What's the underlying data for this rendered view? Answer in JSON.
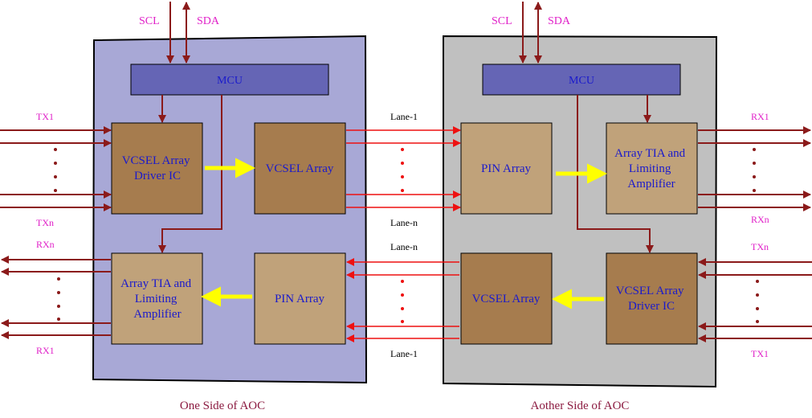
{
  "colors": {
    "left_panel": "#a8a8d6",
    "right_panel": "#c0c0c0",
    "mcu_fill": "#6565b5",
    "dark_block": "#a67c4e",
    "light_block": "#c0a27a",
    "block_text": "#1a1acc",
    "dark_red": "#8b1a1a",
    "red": "#ee1111",
    "pink": "#e020c8",
    "yellow": "#ffff00",
    "caption": "#8b1a40"
  },
  "left": {
    "scl": "SCL",
    "sda": "SDA",
    "mcu": "MCU",
    "driver": [
      "VCSEL Array",
      "Driver IC"
    ],
    "vcsel": "VCSEL Array",
    "tia": [
      "Array TIA and",
      "Limiting",
      "Amplifier"
    ],
    "pin": "PIN Array",
    "tx1": "TX1",
    "txn": "TXn",
    "rxn": "RXn",
    "rx1": "RX1",
    "caption": "One Side of AOC"
  },
  "middle": {
    "lane1_top": "Lane-1",
    "lanen_top": "Lane-n",
    "lanen_bottom": "Lane-n",
    "lane1_bottom": "Lane-1"
  },
  "right": {
    "scl": "SCL",
    "sda": "SDA",
    "mcu": "MCU",
    "pin": "PIN Array",
    "tia": [
      "Array TIA and",
      "Limiting",
      "Amplifier"
    ],
    "vcsel": "VCSEL Array",
    "driver": [
      "VCSEL Array",
      "Driver IC"
    ],
    "rx1": "RX1",
    "rxn": "RXn",
    "txn": "TXn",
    "tx1": "TX1",
    "caption": "Aother Side of AOC"
  }
}
